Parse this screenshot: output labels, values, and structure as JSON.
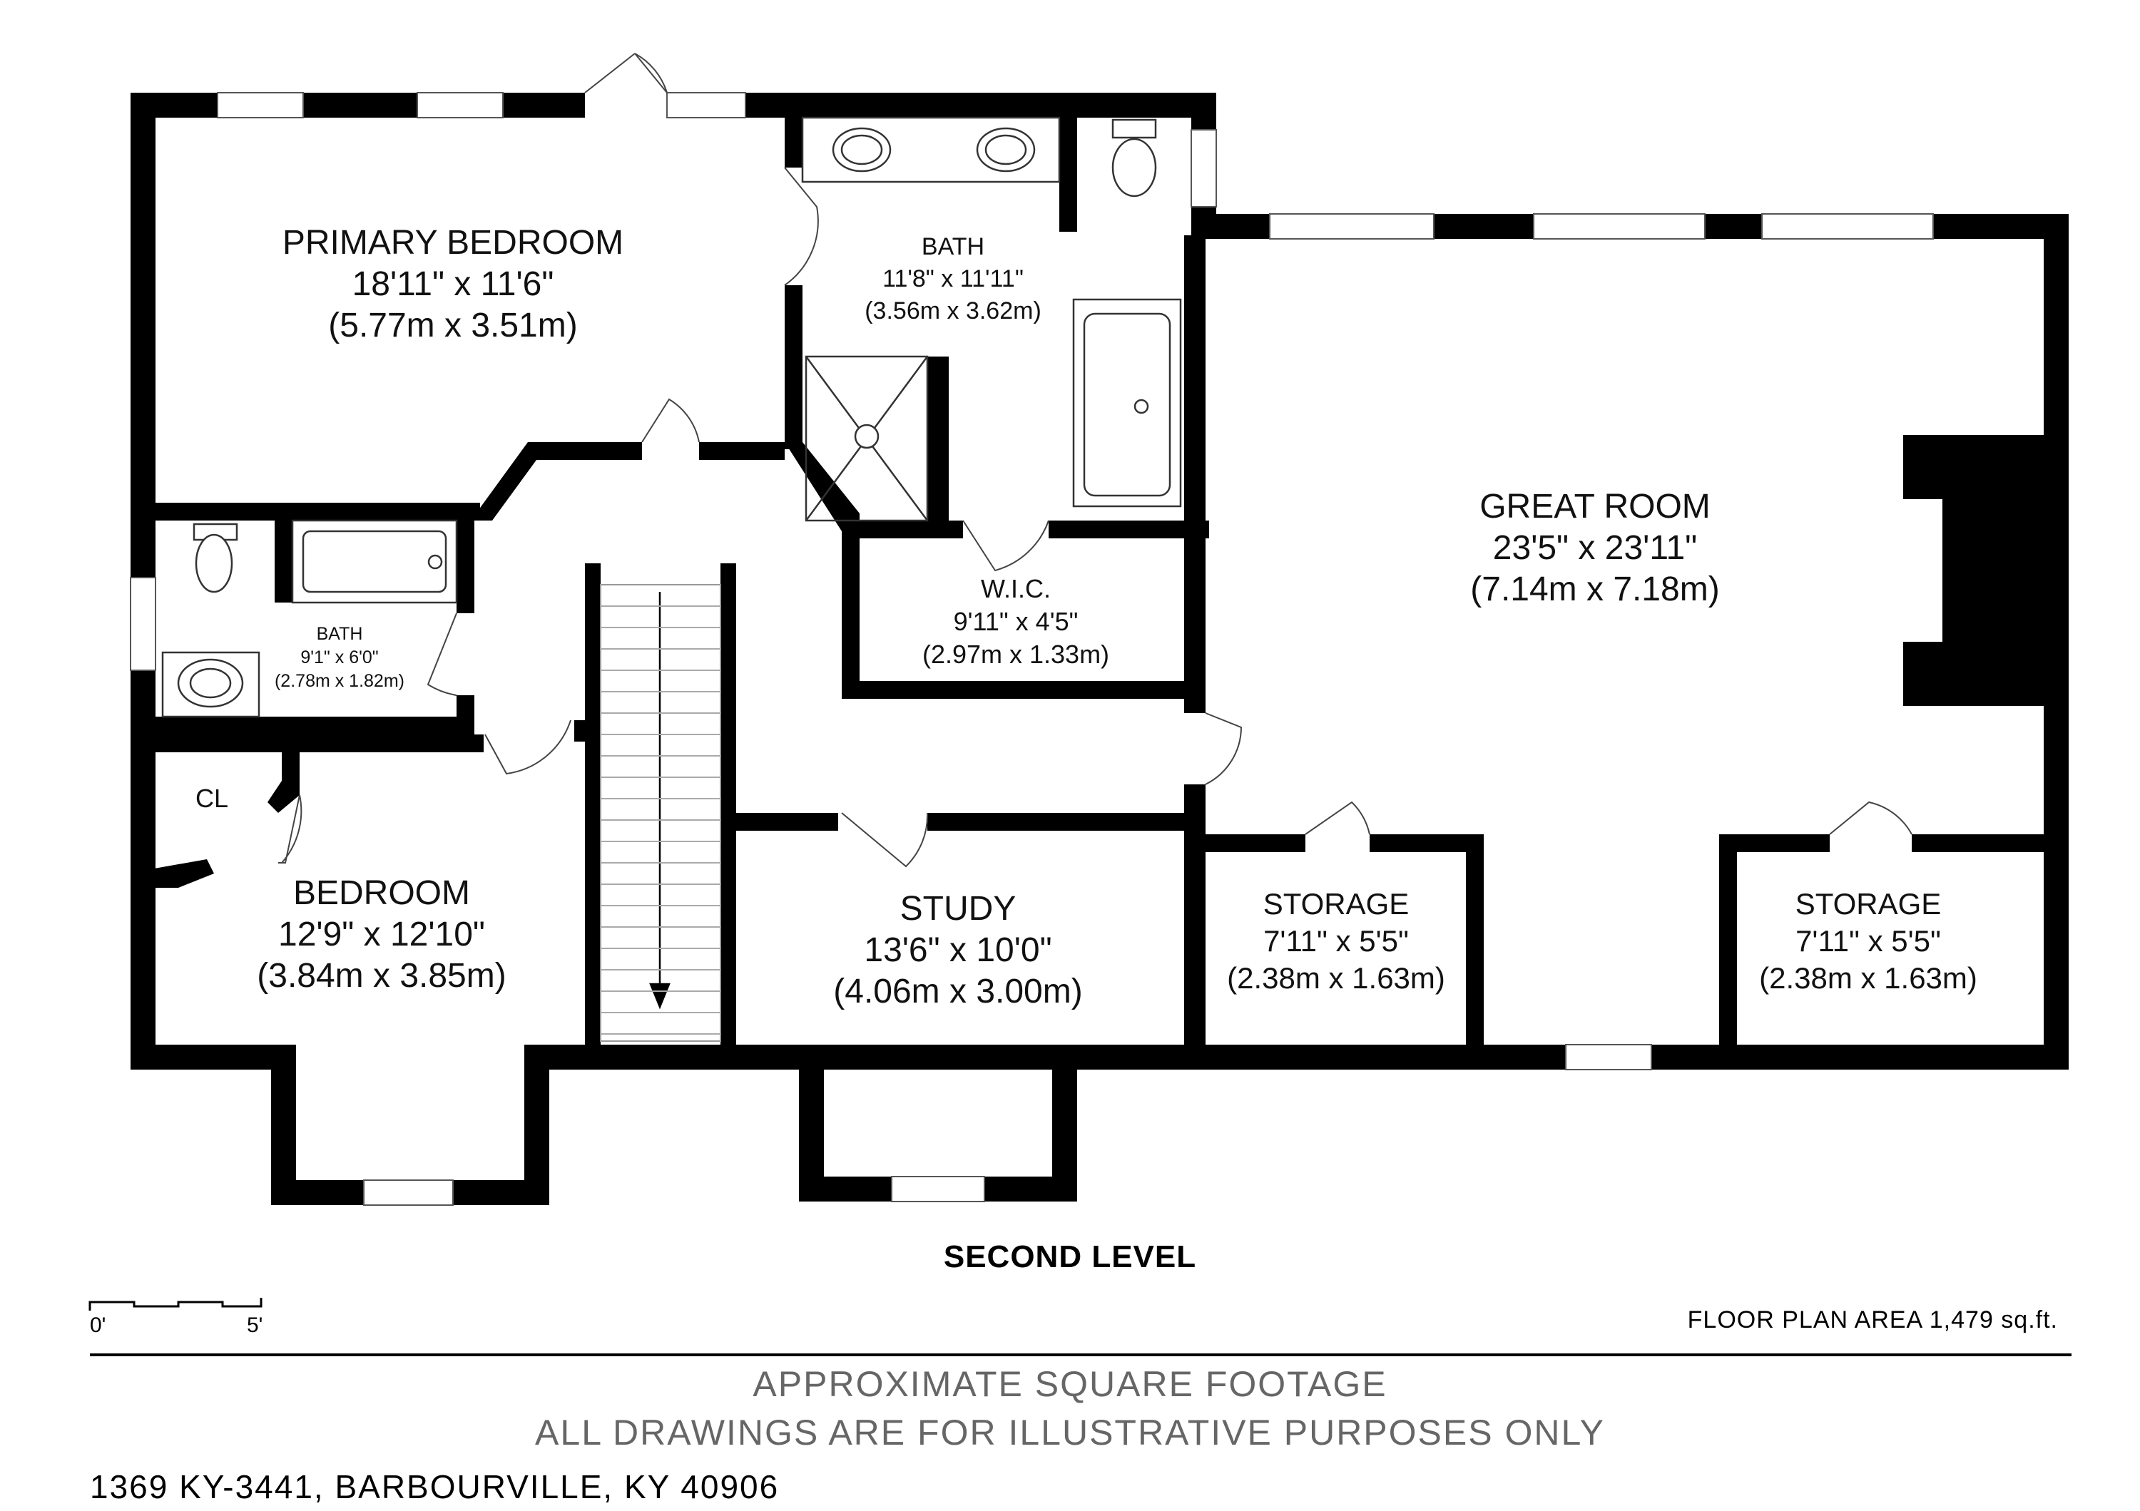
{
  "level_title": "SECOND LEVEL",
  "floor_area": "FLOOR PLAN AREA 1,479 sq.ft.",
  "disclaimer_1": "APPROXIMATE SQUARE FOOTAGE",
  "disclaimer_2": "ALL DRAWINGS ARE FOR ILLUSTRATIVE PURPOSES ONLY",
  "address": "1369 KY-3441, BARBOURVILLE, KY 40906",
  "scale": {
    "start": "0'",
    "end": "5'"
  },
  "rooms": {
    "primary_bedroom": {
      "name": "PRIMARY BEDROOM",
      "dim_ft": "18'11\" x 11'6\"",
      "dim_m": "(5.77m x 3.51m)"
    },
    "primary_bath": {
      "name": "BATH",
      "dim_ft": "11'8\" x 11'11\"",
      "dim_m": "(3.56m x 3.62m)"
    },
    "great_room": {
      "name": "GREAT ROOM",
      "dim_ft": "23'5\" x 23'11\"",
      "dim_m": "(7.14m x 7.18m)"
    },
    "wic": {
      "name": "W.I.C.",
      "dim_ft": "9'11\" x 4'5\"",
      "dim_m": "(2.97m x 1.33m)"
    },
    "bath_2": {
      "name": "BATH",
      "dim_ft": "9'1\" x 6'0\"",
      "dim_m": "(2.78m x 1.82m)"
    },
    "closet": {
      "name": "CL"
    },
    "bedroom": {
      "name": "BEDROOM",
      "dim_ft": "12'9\" x 12'10\"",
      "dim_m": "(3.84m x 3.85m)"
    },
    "study": {
      "name": "STUDY",
      "dim_ft": "13'6\" x 10'0\"",
      "dim_m": "(4.06m x 3.00m)"
    },
    "storage_1": {
      "name": "STORAGE",
      "dim_ft": "7'11\" x 5'5\"",
      "dim_m": "(2.38m x 1.63m)"
    },
    "storage_2": {
      "name": "STORAGE",
      "dim_ft": "7'11\" x 5'5\"",
      "dim_m": "(2.38m x 1.63m)"
    }
  }
}
